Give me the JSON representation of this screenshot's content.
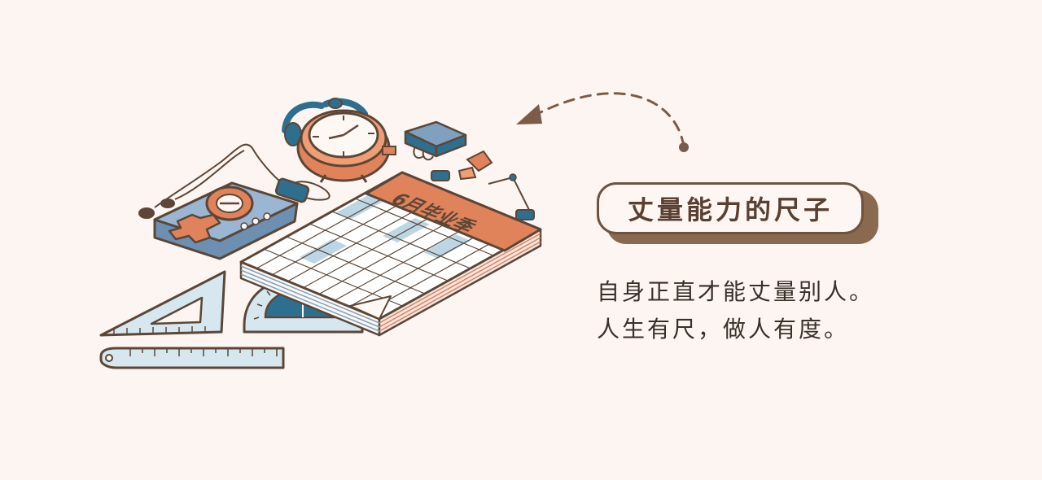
{
  "illustration": {
    "calendar_label": "6月毕业季",
    "colors": {
      "background": "#fcf5f1",
      "outline": "#5c4637",
      "orange": "#e0825a",
      "blue": "#7fa0bf",
      "teal": "#2e6f8f",
      "light_blue": "#cfe3ee",
      "brown": "#8a6a4f"
    },
    "icons": [
      "mp3-player-icon",
      "earphones-icon",
      "alarm-clock-icon",
      "binder-clip-icon",
      "calendar-icon",
      "set-square-icon",
      "protractor-icon",
      "ruler-icon",
      "dashed-arrow-icon"
    ]
  },
  "title_badge": {
    "text": "丈量能力的尺子"
  },
  "body": {
    "line1": "自身正直才能丈量别人。",
    "line2": "人生有尺，做人有度。"
  }
}
